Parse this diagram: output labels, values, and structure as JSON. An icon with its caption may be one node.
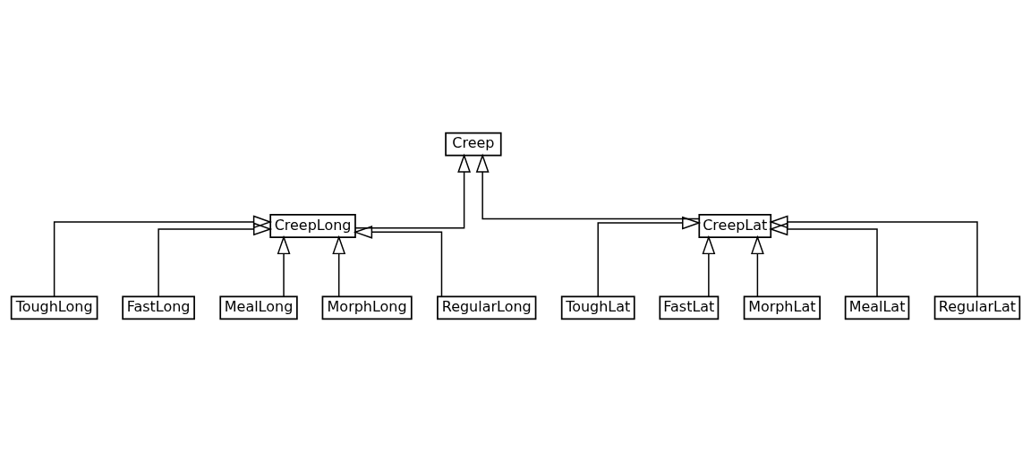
{
  "diagram": {
    "nodes": [
      {
        "text": [
          "Creep"
        ]
      },
      {
        "text": [
          "CreepLong"
        ]
      },
      {
        "text": [
          "CreepLat"
        ]
      },
      {
        "text": [
          "ToughLong"
        ]
      },
      {
        "text": [
          "FastLong"
        ]
      },
      {
        "text": [
          "MealLong"
        ]
      },
      {
        "text": [
          "MorphLong"
        ]
      },
      {
        "text": [
          "RegularLong"
        ]
      },
      {
        "text": [
          "ToughLat"
        ]
      },
      {
        "text": [
          "FastLat"
        ]
      },
      {
        "text": [
          "MorphLat"
        ]
      },
      {
        "text": [
          "MealLat"
        ]
      },
      {
        "text": [
          "RegularLat"
        ]
      }
    ],
    "edges": [
      {
        "from": 1,
        "to": 0,
        "arrow": "to"
      },
      {
        "from": 2,
        "to": 0,
        "arrow": "to"
      },
      {
        "from": 3,
        "to": 1,
        "arrow": "to"
      },
      {
        "from": 4,
        "to": 1,
        "arrow": "to"
      },
      {
        "from": 5,
        "to": 1,
        "arrow": "to"
      },
      {
        "from": 6,
        "to": 1,
        "arrow": "to"
      },
      {
        "from": 7,
        "to": 1,
        "arrow": "to"
      },
      {
        "from": 8,
        "to": 2,
        "arrow": "to"
      },
      {
        "from": 9,
        "to": 2,
        "arrow": "to"
      },
      {
        "from": 10,
        "to": 2,
        "arrow": "to"
      },
      {
        "from": 11,
        "to": 2,
        "arrow": "to"
      },
      {
        "from": 12,
        "to": 2,
        "arrow": "to"
      }
    ]
  }
}
